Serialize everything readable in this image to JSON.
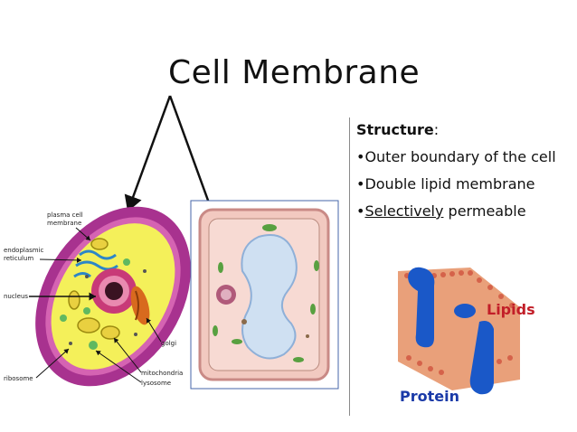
{
  "slide": {
    "title": "Cell Membrane",
    "structure_heading": "Structure",
    "structure_colon": ":",
    "bullets": [
      {
        "text": "•Outer boundary of the cell"
      },
      {
        "text": "•Double lipid membrane"
      },
      {
        "prefix": "•",
        "underlined": "Selectively",
        "suffix": " permeable"
      }
    ]
  },
  "animal_cell": {
    "labels": {
      "plasma_membrane_1": "plasma cell",
      "plasma_membrane_2": "membrane",
      "er_1": "endoplasmic",
      "er_2": "reticulum",
      "nucleus": "nucleus",
      "golgi": "golgi",
      "mitochondria": "mitochondria",
      "lysosome": "lysosome",
      "ribosome": "ribosome"
    }
  },
  "membrane_model": {
    "lipids_label": "Lipids",
    "protein_label": "Protein"
  },
  "colors": {
    "cell_outer": "#a8328f",
    "cell_inner": "#f4f05a",
    "nucleus": "#c83a78",
    "plant_wall": "#f2c9c0",
    "vacuole": "#cfe0f2",
    "protein": "#1a58c8",
    "lipids_text": "#c21e28",
    "protein_text": "#1a3aa8"
  }
}
